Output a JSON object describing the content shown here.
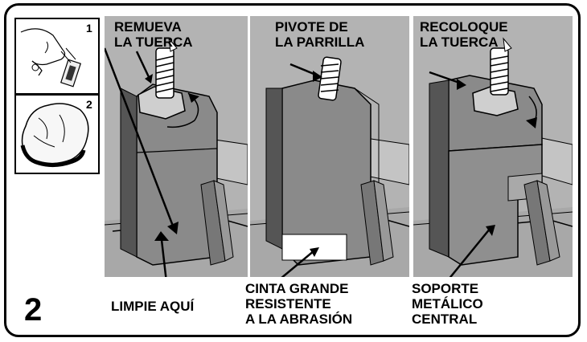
{
  "step_number": "2",
  "inset_steps": [
    "1",
    "2"
  ],
  "panels": [
    {
      "label_top": "REMUEVA\nLA TUERCA",
      "label_bottom": "LIMPIE AQUÍ"
    },
    {
      "label_top": "PIVOTE DE\nLA PARRILLA",
      "label_bottom": "CINTA GRANDE\nRESISTENTE\nA LA ABRASIÓN"
    },
    {
      "label_top": "RECOLOQUE\nLA TUERCA",
      "label_bottom": "SOPORTE\nMETÁLICO\nCENTRAL"
    }
  ],
  "colors": {
    "panel_gray": "#b3b3b3",
    "bracket_gray": "#8a8a8a",
    "dark_gray": "#555555"
  }
}
